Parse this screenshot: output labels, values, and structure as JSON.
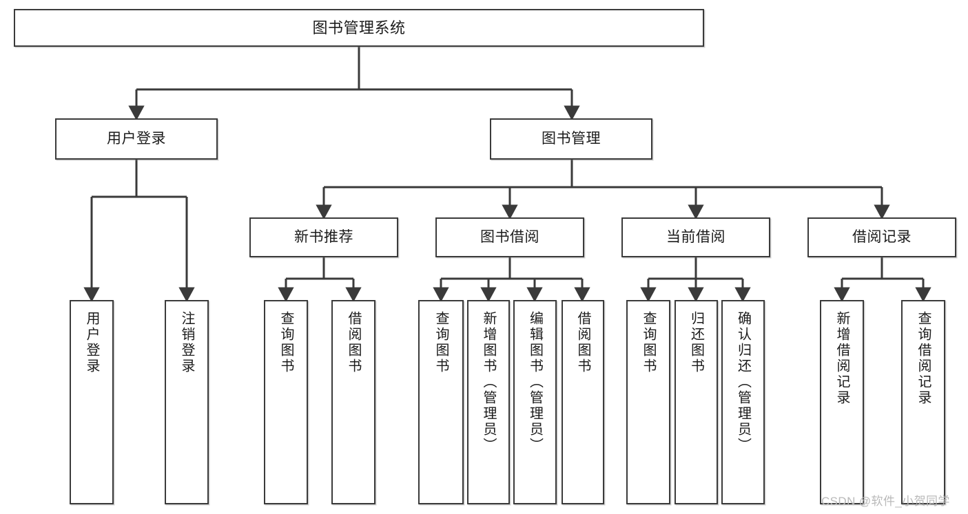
{
  "diagram": {
    "title": "图书管理系统",
    "type": "tree-hierarchy",
    "orientation": "top-down",
    "colors": {
      "box_border": "#3a3a3a",
      "box_fill": "#ffffff",
      "connector": "#3a3a3a",
      "text": "#1b1b1b",
      "watermark": "#b9b9b9",
      "background": "#ffffff"
    },
    "root": {
      "label": "图书管理系统"
    },
    "level2": [
      {
        "label": "用户登录"
      },
      {
        "label": "图书管理"
      }
    ],
    "level3": [
      {
        "label": "新书推荐"
      },
      {
        "label": "图书借阅"
      },
      {
        "label": "当前借阅"
      },
      {
        "label": "借阅记录"
      }
    ],
    "leaves": {
      "user_login": [
        {
          "label": "用户登录"
        },
        {
          "label": "注销登录"
        }
      ],
      "new_book_recommend": [
        {
          "label": "查询图书"
        },
        {
          "label": "借阅图书"
        }
      ],
      "book_borrow": [
        {
          "label": "查询图书"
        },
        {
          "label": "新增图书（管理员）"
        },
        {
          "label": "编辑图书（管理员）"
        },
        {
          "label": "借阅图书"
        }
      ],
      "current_borrow": [
        {
          "label": "查询图书"
        },
        {
          "label": "归还图书"
        },
        {
          "label": "确认归还（管理员）"
        }
      ],
      "borrow_record": [
        {
          "label": "新增借阅记录"
        },
        {
          "label": "查询借阅记录"
        }
      ]
    }
  },
  "watermark": {
    "text": "CSDN @软件_小贺同学"
  }
}
